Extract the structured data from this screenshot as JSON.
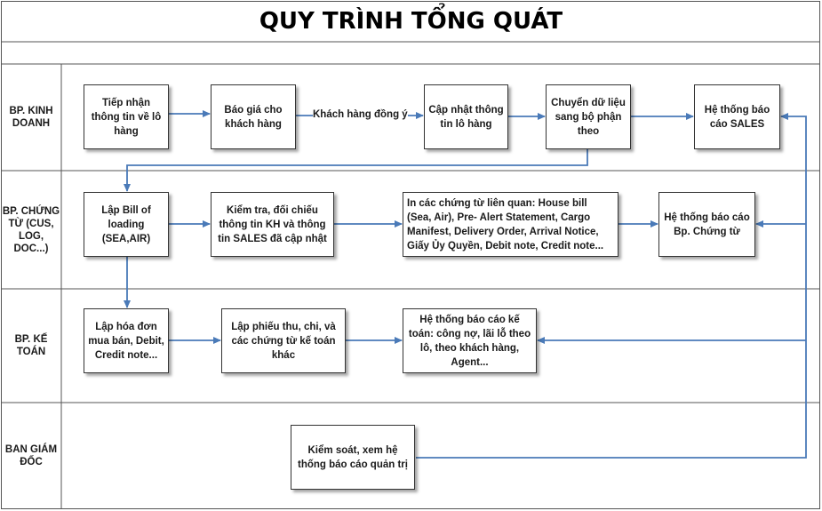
{
  "title": "QUY TRÌNH TỔNG QUÁT",
  "lanes": {
    "kinh_doanh": "BP. KINH DOANH",
    "chung_tu": "BP. CHỨNG TỪ (CUS, LOG, DOC...)",
    "ke_toan": "BP. KẾ TOÁN",
    "ban_giam_doc": "BAN GIÁM ĐỐC"
  },
  "boxes": {
    "tiep_nhan": "Tiếp nhận thông tin về lô hàng",
    "bao_gia": "Báo giá cho khách hàng",
    "cap_nhat": "Cập nhật thông tin lô hàng",
    "chuyen_du_lieu": "Chuyển dữ liệu sang bộ phận theo",
    "he_thong_sales": "Hệ thống báo cáo SALES",
    "lap_bill": "Lập Bill of loading (SEA,AIR)",
    "kiem_tra": "Kiểm tra, đối chiếu thông tin KH và thông tin SALES đã cập nhật",
    "in_chung_tu": "In các chứng từ liên quan: House bill (Sea, Air), Pre- Alert Statement, Cargo Manifest, Delivery Order, Arrival Notice, Giấy Ủy Quyền, Debit note, Credit note...",
    "he_thong_chung_tu": "Hệ thống báo cáo Bp. Chứng từ",
    "lap_hoa_don": "Lập hóa đơn mua bán, Debit, Credit note...",
    "lap_phieu": "Lập phiếu thu, chi, và các chứng từ kế toán khác",
    "he_thong_ke_toan": "Hệ thống báo cáo kế toán: công nợ, lãi lỗ theo lô, theo khách hàng, Agent...",
    "kiem_soat": "Kiểm soát, xem hệ thống báo cáo quản trị"
  },
  "edge_labels": {
    "khach_hang_dong_y": "Khách hàng đồng ý"
  },
  "colors": {
    "arrow": "#4a7ab8",
    "border": "#333333"
  }
}
